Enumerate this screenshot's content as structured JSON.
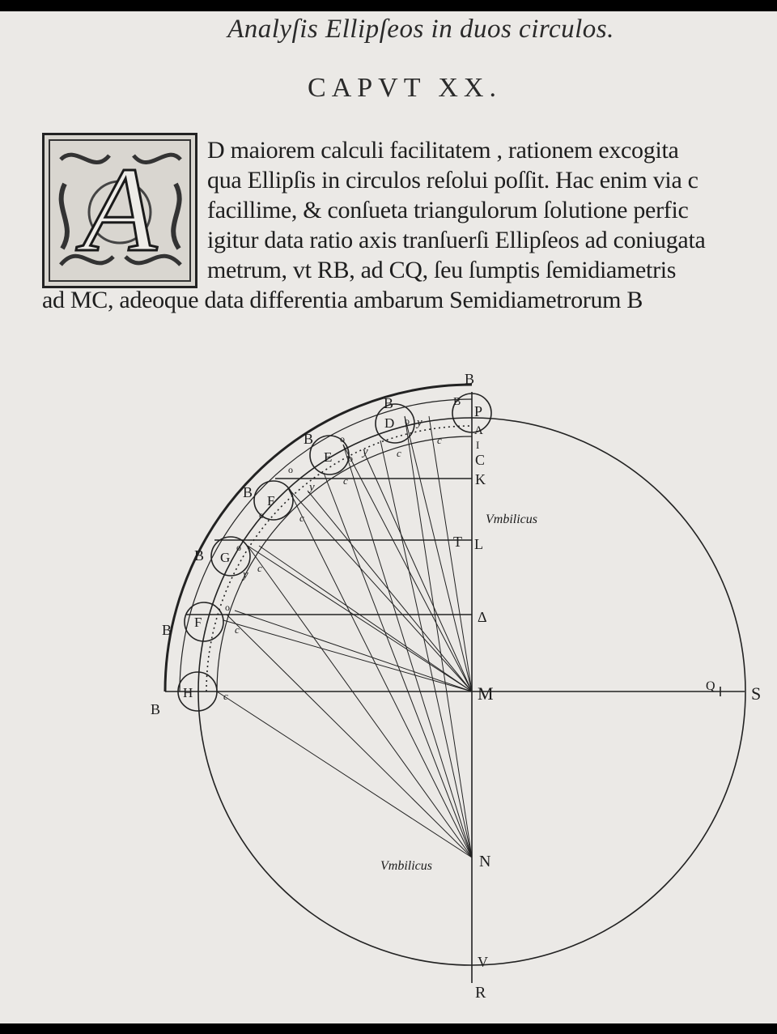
{
  "running_head": "Analyſis Ellipſeos in duos circulos.",
  "chapter_title": "CAPVT XX.",
  "initial_letter": "A",
  "text_lines": [
    "D maiorem calculi facilitatem , rationem excogita",
    "qua Ellipſis in circulos reſolui poſſit. Hac enim via c",
    "facillime, & conſueta triangulorum ſolutione perfic",
    "igitur data ratio axis tranſuerſi Ellipſeos ad coniugata",
    "metrum, vt RB, ad CQ, ſeu ſumptis ſemidiametris",
    "ad MC, adeoque data differentia ambarum Semidiametrorum B"
  ],
  "diagram": {
    "labels": {
      "B_top": "B",
      "P": "P",
      "A": "A",
      "I": "I",
      "C_axis": "C",
      "K": "K",
      "T": "T",
      "L": "L",
      "delta": "Δ",
      "M": "M",
      "N": "N",
      "V": "V",
      "R": "R",
      "Q": "Q",
      "S": "S",
      "umbilicus_upper": "Vmbilicus",
      "umbilicus_lower": "Vmbilicus",
      "D": "D",
      "E": "E",
      "F": "F",
      "G": "G",
      "H": "H",
      "digamma": "Ϝ",
      "B_outer": [
        "B",
        "B",
        "B",
        "B",
        "B",
        "B",
        "B"
      ],
      "y_marks": [
        "y",
        "y",
        "y",
        "y"
      ],
      "o_marks": [
        "o",
        "o",
        "o",
        "o",
        "o",
        "o",
        "o"
      ],
      "c_marks": [
        "c",
        "c",
        "c",
        "c",
        "c",
        "c",
        "c"
      ]
    }
  }
}
